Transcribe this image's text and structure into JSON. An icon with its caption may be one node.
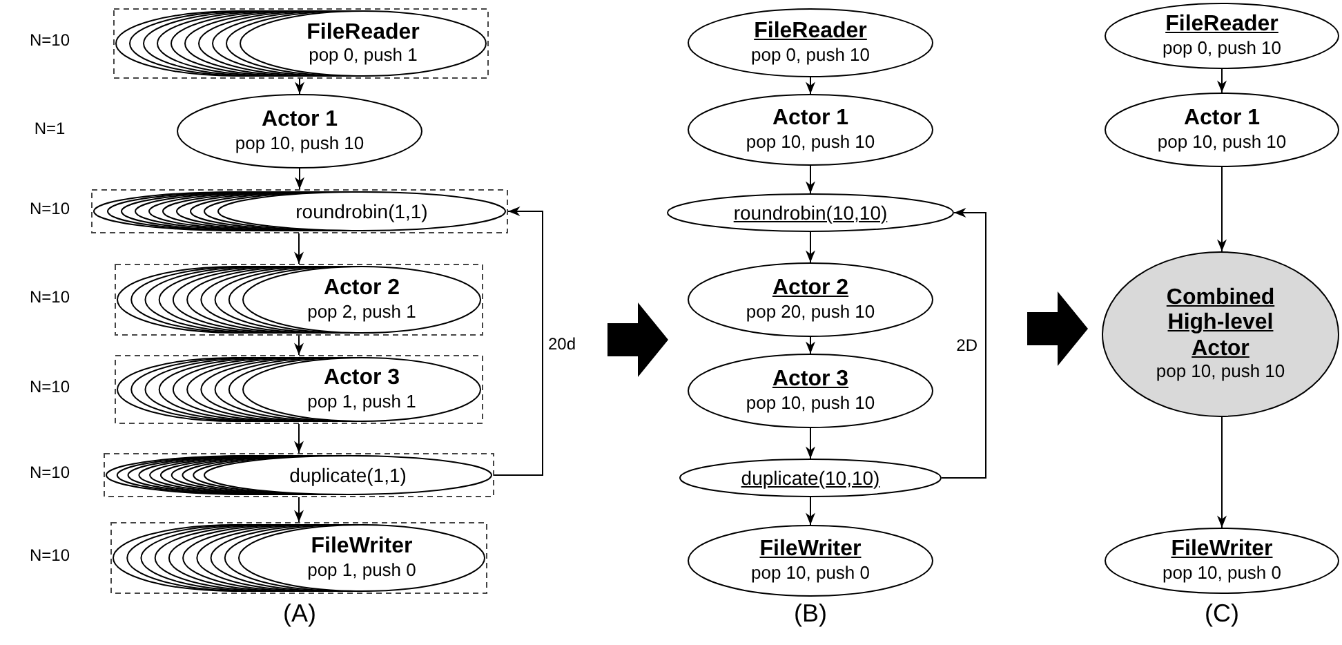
{
  "diagram": {
    "nodes": [
      {
        "text": [
          "FileReader",
          "pop 0, push 1"
        ]
      },
      {
        "text": [
          "Actor 1",
          "pop 10, push 10"
        ]
      },
      {
        "text": [
          "roundrobin(1,1)"
        ]
      },
      {
        "text": [
          "Actor 2",
          "pop 2, push 1"
        ]
      },
      {
        "text": [
          "Actor 3",
          "pop 1, push 1"
        ]
      },
      {
        "text": [
          "duplicate(1,1)"
        ]
      },
      {
        "text": [
          "FileWriter",
          "pop 1, push 0"
        ]
      },
      {
        "text": [
          "FileReader",
          "pop 0, push 10"
        ]
      },
      {
        "text": [
          "Actor 1",
          "pop 10, push 10"
        ]
      },
      {
        "text": [
          "roundrobin(10,10)"
        ]
      },
      {
        "text": [
          "Actor 2",
          "pop 20, push 10"
        ]
      },
      {
        "text": [
          "Actor 3",
          "pop 10, push 10"
        ]
      },
      {
        "text": [
          "duplicate(10,10)"
        ]
      },
      {
        "text": [
          "FileWriter",
          "pop 10, push 0"
        ]
      },
      {
        "text": [
          "FileReader",
          "pop 0, push 10"
        ]
      },
      {
        "text": [
          "Actor 1",
          "pop 10, push 10"
        ]
      },
      {
        "text": [
          "Combined High-level Actor",
          "pop 10, push 10"
        ]
      },
      {
        "text": [
          "FileWriter",
          "pop 10, push 0"
        ]
      }
    ],
    "edges": [
      {
        "from": 0,
        "to": 1,
        "arrow": "to"
      },
      {
        "from": 1,
        "to": 2,
        "arrow": "to"
      },
      {
        "from": 2,
        "to": 3,
        "arrow": "to"
      },
      {
        "from": 3,
        "to": 4,
        "arrow": "to"
      },
      {
        "from": 4,
        "to": 5,
        "arrow": "to"
      },
      {
        "from": 5,
        "to": 6,
        "arrow": "to"
      },
      {
        "from": 5,
        "to": 2,
        "arrow": "to",
        "label": "20d"
      },
      {
        "from": 7,
        "to": 8,
        "arrow": "to"
      },
      {
        "from": 8,
        "to": 9,
        "arrow": "to"
      },
      {
        "from": 9,
        "to": 10,
        "arrow": "to"
      },
      {
        "from": 10,
        "to": 11,
        "arrow": "to"
      },
      {
        "from": 11,
        "to": 12,
        "arrow": "to"
      },
      {
        "from": 12,
        "to": 13,
        "arrow": "to"
      },
      {
        "from": 12,
        "to": 9,
        "arrow": "to",
        "label": "2D"
      },
      {
        "from": 14,
        "to": 15,
        "arrow": "to"
      },
      {
        "from": 15,
        "to": 16,
        "arrow": "to"
      },
      {
        "from": 16,
        "to": 17,
        "arrow": "to"
      }
    ],
    "labels": [
      "N=10",
      "N=1",
      "N=10",
      "N=10",
      "N=10",
      "N=10",
      "N=10",
      "(A)",
      "(B)",
      "(C)"
    ]
  }
}
